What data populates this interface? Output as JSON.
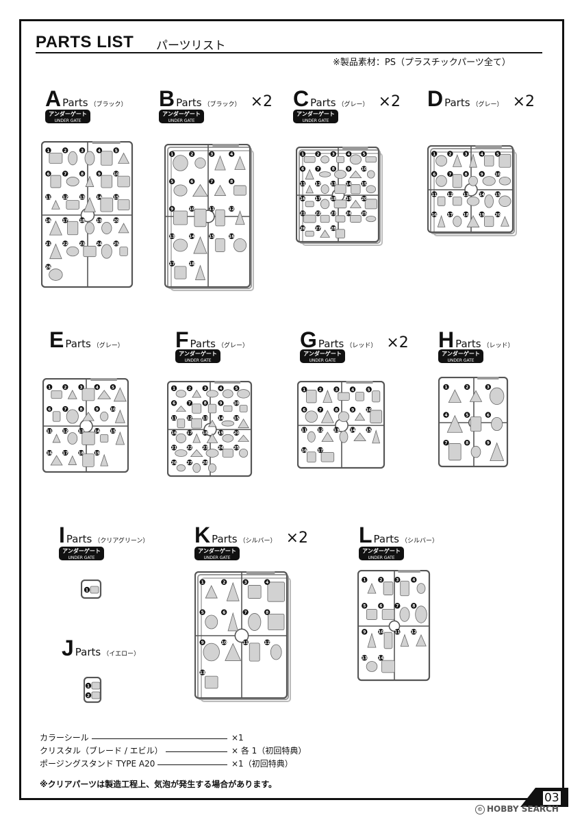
{
  "title": {
    "main": "PARTS LIST",
    "sub": "パーツリスト"
  },
  "material_note": "※製品素材：PS（プラスチックパーツ全て）",
  "gate_badge": {
    "line1": "アンダーゲート",
    "line2": "UNDER GATE"
  },
  "parts_word": "Parts",
  "parts": [
    {
      "letter": "A",
      "color": "（ブラック）",
      "multiplier": "",
      "under_gate": true,
      "numbers": [
        "1",
        "2",
        "3",
        "4",
        "5",
        "6",
        "7",
        "8",
        "9",
        "10",
        "11",
        "12",
        "13",
        "14",
        "15",
        "16",
        "17",
        "18",
        "19",
        "20",
        "21",
        "22",
        "23",
        "24",
        "25",
        "26"
      ]
    },
    {
      "letter": "B",
      "color": "（ブラック）",
      "multiplier": "×2",
      "under_gate": true,
      "numbers": [
        "1",
        "2",
        "3",
        "4",
        "5",
        "6",
        "7",
        "8",
        "9",
        "10",
        "11",
        "12",
        "13",
        "14",
        "15",
        "16",
        "17",
        "18"
      ]
    },
    {
      "letter": "C",
      "color": "（グレー）",
      "multiplier": "×2",
      "under_gate": true,
      "numbers": [
        "1",
        "2",
        "3",
        "4",
        "5",
        "6",
        "7",
        "8",
        "9",
        "10",
        "11",
        "12",
        "13",
        "14",
        "15",
        "16",
        "17",
        "18",
        "19",
        "20",
        "21",
        "22",
        "23",
        "24",
        "25",
        "26",
        "27",
        "28"
      ]
    },
    {
      "letter": "D",
      "color": "（グレー）",
      "multiplier": "×2",
      "under_gate": false,
      "numbers": [
        "1",
        "2",
        "3",
        "4",
        "5",
        "6",
        "7",
        "8",
        "9",
        "10",
        "11",
        "12",
        "13",
        "14",
        "15",
        "16",
        "17",
        "18",
        "19",
        "20"
      ]
    },
    {
      "letter": "E",
      "color": "（グレー）",
      "multiplier": "",
      "under_gate": false,
      "numbers": [
        "1",
        "2",
        "3",
        "4",
        "5",
        "6",
        "7",
        "8",
        "9",
        "10",
        "11",
        "12",
        "13",
        "14",
        "15",
        "16",
        "17",
        "18",
        "19"
      ]
    },
    {
      "letter": "F",
      "color": "（グレー）",
      "multiplier": "",
      "under_gate": true,
      "numbers": [
        "1",
        "2",
        "3",
        "4",
        "5",
        "6",
        "7",
        "8",
        "9",
        "10",
        "11",
        "12",
        "13",
        "14",
        "15",
        "16",
        "17",
        "18",
        "19",
        "20",
        "21",
        "22",
        "23",
        "24",
        "25",
        "26",
        "27",
        "28"
      ]
    },
    {
      "letter": "G",
      "color": "（レッド）",
      "multiplier": "×2",
      "under_gate": true,
      "numbers": [
        "1",
        "2",
        "3",
        "4",
        "5",
        "6",
        "7",
        "8",
        "9",
        "10",
        "11",
        "12",
        "13",
        "14",
        "15",
        "16",
        "17"
      ]
    },
    {
      "letter": "H",
      "color": "（レッド）",
      "multiplier": "",
      "under_gate": true,
      "numbers": [
        "1",
        "2",
        "3",
        "4",
        "5",
        "6",
        "7",
        "8",
        "9"
      ]
    },
    {
      "letter": "I",
      "color": "（クリアグリーン）",
      "multiplier": "",
      "under_gate": true,
      "numbers": [
        "1"
      ]
    },
    {
      "letter": "K",
      "color": "（シルバー）",
      "multiplier": "×2",
      "under_gate": true,
      "numbers": [
        "1",
        "2",
        "3",
        "4",
        "5",
        "6",
        "7",
        "8",
        "9",
        "10",
        "11",
        "12",
        "13"
      ]
    },
    {
      "letter": "J",
      "color": "（イエロー）",
      "multiplier": "",
      "under_gate": false,
      "numbers": [
        "1",
        "2"
      ]
    },
    {
      "letter": "L",
      "color": "（シルバー）",
      "multiplier": "",
      "under_gate": true,
      "numbers": [
        "1",
        "2",
        "3",
        "4",
        "5",
        "6",
        "7",
        "8",
        "9",
        "10",
        "11",
        "12",
        "13",
        "14"
      ]
    }
  ],
  "accessories": [
    {
      "name": "カラーシール",
      "qty": "×1"
    },
    {
      "name": "クリスタル（ブレード / エビル）",
      "qty": "× 各 1（初回特典）"
    },
    {
      "name": "ポージングスタンド TYPE A20",
      "qty": "×1（初回特典）"
    }
  ],
  "clear_parts_note": "※クリアパーツは製造工程上、気泡が発生する場合があります。",
  "page_number": "03",
  "watermark": "HOBBY SEARCH",
  "colors": {
    "ink": "#111111",
    "sprue_fill": "#d2d2d2",
    "sprue_line": "#555555",
    "badge_bg": "#111111"
  }
}
